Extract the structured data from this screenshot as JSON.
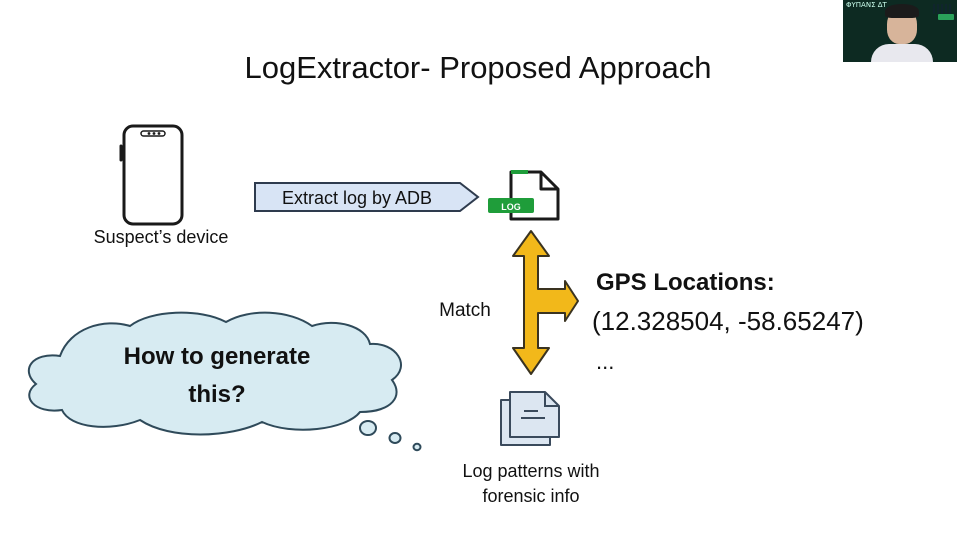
{
  "slide": {
    "title": "LogExtractor- Proposed Approach",
    "device_label": "Suspect’s device",
    "extract_arrow_label": "Extract log by ADB",
    "log_icon_text": "LOG",
    "match_label": "Match",
    "gps_heading": "GPS Locations:",
    "gps_value": "(12.328504, -58.65247)",
    "gps_more": "...",
    "cloud_line1": "How to generate",
    "cloud_line2": "this?",
    "patterns_label_line1": "Log patterns with",
    "patterns_label_line2": "forensic info"
  },
  "colors": {
    "arrow_fill": "#d8e4f5",
    "arrow_stroke": "#2e3b4e",
    "cloud_fill": "#d7ebf2",
    "cloud_stroke": "#2f4a5a",
    "match_arrow": "#f2b81a",
    "log_green": "#1f9d3a",
    "doc_fill": "#dce6f1",
    "doc_stroke": "#3a4a5c"
  },
  "icons": {
    "device": "smartphone-icon",
    "log_file": "log-file-icon",
    "patterns": "documents-icon"
  },
  "webcam": {
    "name_tag": "ΦΥΠΑΝΣ ΔΤ"
  }
}
